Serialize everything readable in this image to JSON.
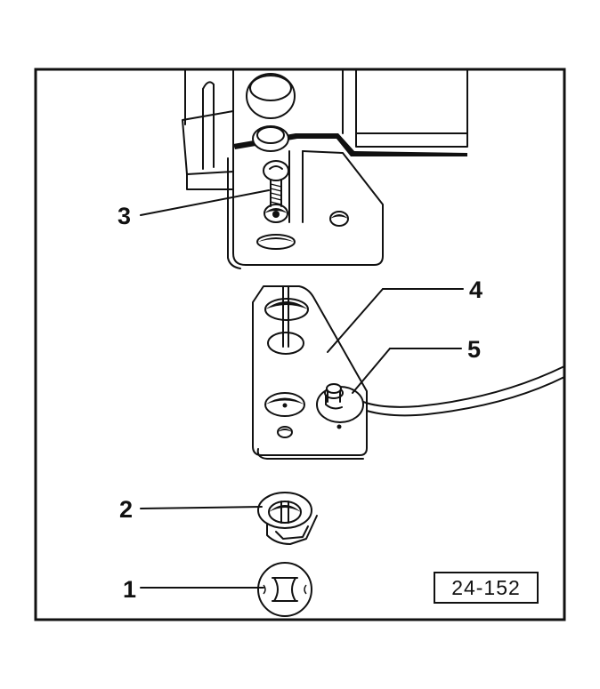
{
  "figure": {
    "number": "24-152",
    "frame_color": "#111111",
    "background": "#ffffff"
  },
  "parts": [
    {
      "label": "1",
      "icon": "torx-washer-icon"
    },
    {
      "label": "2",
      "icon": "clip-nut-icon"
    },
    {
      "label": "3",
      "icon": "screw-icon"
    },
    {
      "label": "4",
      "icon": "mounting-bracket-icon"
    },
    {
      "label": "5",
      "icon": "pin-icon"
    }
  ]
}
